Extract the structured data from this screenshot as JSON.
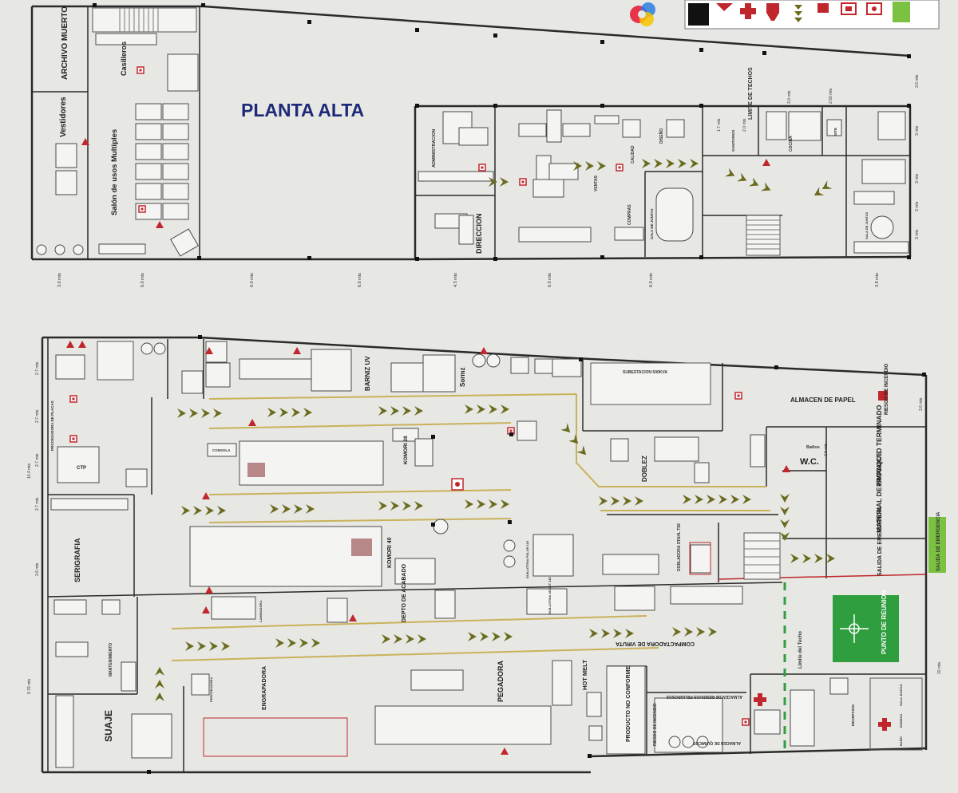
{
  "title": "PLANTA ALTA",
  "colors": {
    "arrow": "#6b6b1f",
    "route": "#c9b25a",
    "meeting": "#2e9e3e",
    "exit": "#7cc242",
    "danger": "#c0272d",
    "wall": "#2a2a2a",
    "title": "#1e2a78"
  },
  "safety_legend": {
    "icons": [
      "logo-icon",
      "panel-icon",
      "danger-triangle-icon",
      "first-aid-cross-icon",
      "extinguisher-icon",
      "route-arrows-icon",
      "alarm-square-icon",
      "alarm-square-outline-icon",
      "exit-sign-icon"
    ]
  },
  "upper_floor": {
    "rooms": {
      "archivo_muerto": "ARCHIVO MUERTO",
      "vestidores": "Vestidores",
      "salon": "Salón de usos Multiples",
      "casilleros": "Casilleros",
      "administracion": "ADMINISTRACION",
      "direccion": "DIRECCION",
      "ventas": "VENTAS",
      "calidad": "CALIDAD",
      "compras": "COMPRAS",
      "sala_juntas": "SALA DE JUNTAS",
      "diseno": "DISEÑO",
      "sanitarios": "SANITARIOS",
      "cocina": "COCINA",
      "site": "SITE",
      "sala_juntas_2": "SALA DE JUNTAS",
      "limite_techos": "LIMITE DE TECHOS"
    },
    "dims_bottom": [
      "3.0 mts",
      "6.0 mts",
      "6.0 mts",
      "6.0 mts",
      "4.5 mts",
      "6.0 mts",
      "6.0 mts",
      "3.8 mts"
    ],
    "dims_right": [
      "3.6 mts",
      "3 mts",
      "3 mts",
      "3 mts",
      "3 mts"
    ],
    "dims_top": [
      "3.0 mts",
      "2.50 mts",
      "1.7 mts",
      "2.0 mts"
    ]
  },
  "ground_floor": {
    "rooms": {
      "ctp": "CTP",
      "procesadora": "PROCESADORA DE PLACAS",
      "serigrafia": "SERIGRAFIA",
      "mantenimiento": "MANTENIMIENTO",
      "suaje": "SUAJE",
      "subestacion": "SUBESTACION 500KVA",
      "almacen_papel": "ALMACEN DE PAPEL",
      "riesgo_incendio": "RIESGO DE INCENDIO",
      "banos": "Baños",
      "wc": "W.C.",
      "producto_terminado": "PRODUCTO TERMINADO",
      "material_empaque": "MATERIAL DE EMPAQUE",
      "salida_emergencia": "SALIDA DE EMERGENCIA",
      "salida_emergencia_ext": "SALIDA DE EMERGENCIA",
      "punto_reunion": "PUNTO DE REUNION",
      "limite_techo": "Limite del Techo",
      "compactadora": "COMPACTADORA DE VIRUTA",
      "almacen_residuos": "ALMACEN DE RESIDUOS PELIGROSOS",
      "almacen_quimicos": "ALMACEN DE QUIMICOS",
      "riesgo_incendio_2": "RIESGO DE INCENDIO",
      "producto_no_conforme": "PRODUCTO NO CONFORME",
      "recepcion": "RECEPCION",
      "sala_juntas_pb": "SALA JUNTAS",
      "bodega": "BODEGA",
      "bano_pb": "BAÑO"
    },
    "machines": {
      "barniz_uv": "BARNIZ UV",
      "sormz": "Sormz",
      "consola": "CONSOLA",
      "komori28": "KOMORI 28",
      "komori40": "KOMORI 40",
      "guillotina1": "GUILLOTINA POLAR 115",
      "guillotina2": "GUILLOTINA ADAST 115",
      "doblez": "DOBLEZ",
      "dobladora": "DOBLADORA STAHL T56",
      "laminadora": "LAMINADORA",
      "depto_acabado": "DEPTO DE ACABADO",
      "perforadora": "PERFORADORA",
      "engrapadora": "ENGRAPADORA",
      "pegadora": "PEGADORA",
      "hot_melt": "HOT MELT"
    },
    "dims_left": [
      "2.7 mts",
      "2.7 mts",
      "2.7 mts",
      "2.7 mts",
      "3.6 mts",
      "14.4 mts",
      "9.76 mts"
    ],
    "dims_right": [
      "3.6 mts",
      "2.8 mts",
      "10 mts"
    ]
  }
}
